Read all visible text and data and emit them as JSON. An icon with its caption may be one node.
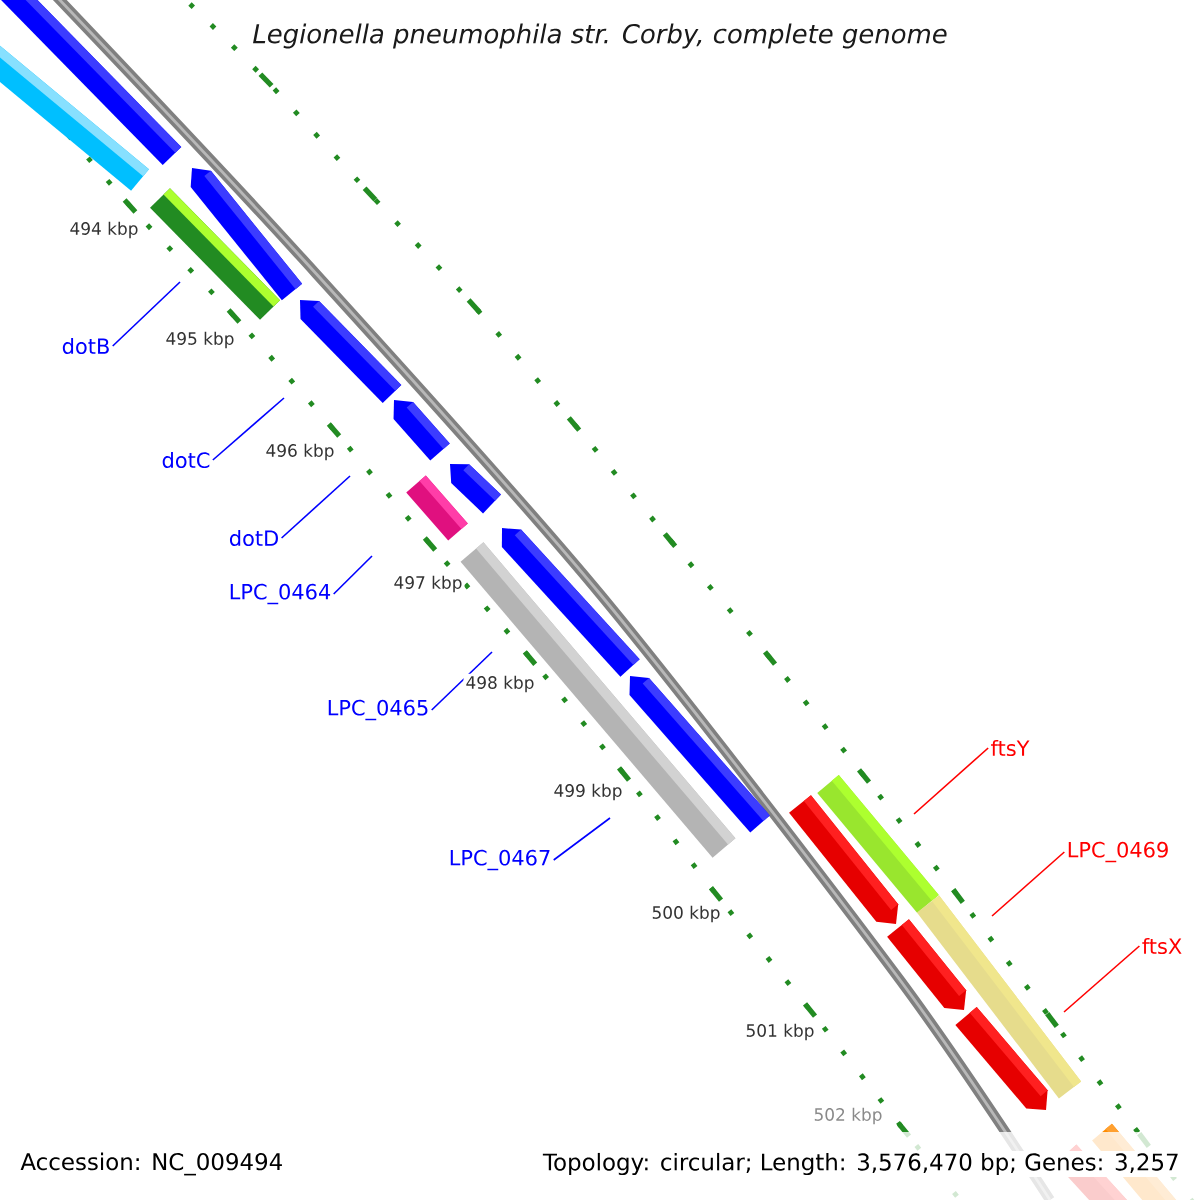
{
  "diagram": {
    "title": "Legionella pneumophila str. Corby, complete genome",
    "nodes": [
      {
        "text": [
          "dotB"
        ]
      },
      {
        "text": [
          "dotC"
        ]
      },
      {
        "text": [
          "dotD"
        ]
      },
      {
        "text": [
          "LPC_0464"
        ]
      },
      {
        "text": [
          "LPC_0465"
        ]
      },
      {
        "text": [
          "LPC_0467"
        ]
      },
      {
        "text": [
          "ftsY"
        ]
      },
      {
        "text": [
          "LPC_0469"
        ]
      },
      {
        "text": [
          "ftsX"
        ]
      }
    ],
    "edges": [
      {
        "from": 0,
        "to": null,
        "arrow": "none"
      },
      {
        "from": 1,
        "to": null,
        "arrow": "none"
      },
      {
        "from": 2,
        "to": null,
        "arrow": "none"
      },
      {
        "from": 3,
        "to": null,
        "arrow": "none"
      },
      {
        "from": 4,
        "to": null,
        "arrow": "none"
      },
      {
        "from": 5,
        "to": null,
        "arrow": "none"
      },
      {
        "from": 6,
        "to": null,
        "arrow": "none",
        "color": "#ff0000"
      },
      {
        "from": 7,
        "to": null,
        "arrow": "none",
        "color": "#ff0000"
      },
      {
        "from": 8,
        "to": null,
        "arrow": "none",
        "color": "#ff0000"
      }
    ],
    "labels": [
      "494 kbp",
      "495 kbp",
      "496 kbp",
      "497 kbp",
      "498 kbp",
      "499 kbp",
      "500 kbp",
      "501 kbp",
      "502 kbp",
      "Accession: NC_009494",
      "Topology: circular; Length: 3,576,470 bp; Genes: 3,257"
    ]
  }
}
